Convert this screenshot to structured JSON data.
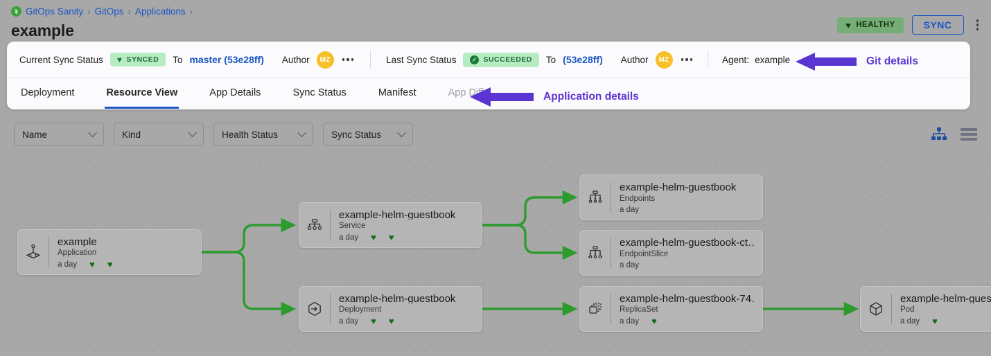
{
  "breadcrumb": {
    "logo_icon": "gitops-logo-icon",
    "items": [
      {
        "label": "GitOps Sanity"
      },
      {
        "label": "GitOps"
      },
      {
        "label": "Applications"
      }
    ],
    "separator": "›"
  },
  "header": {
    "title": "example",
    "health_badge": {
      "label": "HEALTHY",
      "icon": "heart-icon",
      "glyph": "♥",
      "bg": "#76ad76",
      "fg": "#123512"
    },
    "sync_button": {
      "label": "SYNC",
      "color": "#1a56c4"
    },
    "kebab_icon": "more-vertical-icon"
  },
  "status_bar": {
    "current_sync": {
      "label": "Current Sync Status",
      "badge": {
        "text": "SYNCED",
        "icon": "heart-icon",
        "glyph": "♥",
        "bg": "#b7ecc2",
        "fg": "#1d6a33"
      },
      "to_label": "To",
      "revision": "master (53e28ff)",
      "author_label": "Author",
      "avatar_initials": "MZ",
      "avatar_color": "#f6c026",
      "more_icon": "more-horizontal-icon"
    },
    "last_sync": {
      "label": "Last Sync Status",
      "badge": {
        "text": "SUCCEEDED",
        "icon": "check-circle-icon",
        "glyph": "✓",
        "bg": "#b7ecc2",
        "fg": "#1d6a33"
      },
      "to_label": "To",
      "revision": "(53e28ff)",
      "author_label": "Author",
      "avatar_initials": "MZ",
      "avatar_color": "#f6c026",
      "more_icon": "more-horizontal-icon"
    },
    "agent": {
      "label": "Agent:",
      "value": "example"
    }
  },
  "tabs": [
    {
      "label": "Deployment",
      "active": false,
      "disabled": false
    },
    {
      "label": "Resource View",
      "active": true,
      "disabled": false
    },
    {
      "label": "App Details",
      "active": false,
      "disabled": false
    },
    {
      "label": "Sync Status",
      "active": false,
      "disabled": false
    },
    {
      "label": "Manifest",
      "active": false,
      "disabled": false
    },
    {
      "label": "App Diff",
      "active": false,
      "disabled": true
    }
  ],
  "annotations": [
    {
      "id": "git-details",
      "text": "Git details",
      "color": "#5b35d1",
      "direction": "left"
    },
    {
      "id": "application-details",
      "text": "Application details",
      "color": "#5b35d1",
      "direction": "left"
    }
  ],
  "toolbar": {
    "filters": [
      {
        "label": "Name",
        "icon": "chevron-down-icon"
      },
      {
        "label": "Kind",
        "icon": "chevron-down-icon"
      },
      {
        "label": "Health Status",
        "icon": "chevron-down-icon"
      },
      {
        "label": "Sync Status",
        "icon": "chevron-down-icon"
      }
    ],
    "view_toggles": [
      {
        "name": "tree-view-icon",
        "active": true,
        "color": "#1a56c4"
      },
      {
        "name": "list-view-icon",
        "active": false,
        "color": "#6f7380"
      }
    ]
  },
  "graph": {
    "edge_color": "#2e9b2e",
    "nodes": [
      {
        "id": "app",
        "title": "example",
        "kind": "Application",
        "age": "a day",
        "icon": "application-icon",
        "hearts": 2
      },
      {
        "id": "svc",
        "title": "example-helm-guestbook",
        "kind": "Service",
        "age": "a day",
        "icon": "service-icon",
        "hearts": 2
      },
      {
        "id": "deploy",
        "title": "example-helm-guestbook",
        "kind": "Deployment",
        "age": "a day",
        "icon": "deployment-icon",
        "hearts": 2
      },
      {
        "id": "endpoints",
        "title": "example-helm-guestbook",
        "kind": "Endpoints",
        "age": "a day",
        "icon": "endpoints-icon",
        "hearts": 0
      },
      {
        "id": "endpointslice",
        "title": "example-helm-guestbook-ct…",
        "kind": "EndpointSlice",
        "age": "a day",
        "icon": "endpointslice-icon",
        "hearts": 0
      },
      {
        "id": "replicaset",
        "title": "example-helm-guestbook-74…",
        "kind": "ReplicaSet",
        "age": "a day",
        "icon": "replicaset-icon",
        "hearts": 1
      },
      {
        "id": "pod",
        "title": "example-helm-guest",
        "kind": "Pod",
        "age": "a day",
        "icon": "pod-icon",
        "hearts": 1
      }
    ]
  }
}
